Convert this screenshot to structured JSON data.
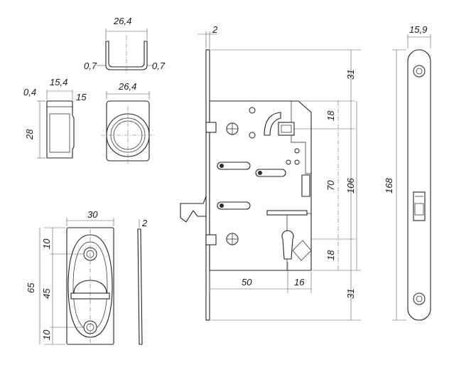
{
  "drawing": {
    "socket_top": {
      "width": "26,4",
      "wall_left": "0,7",
      "wall_right": "0,7"
    },
    "socket_side": {
      "thickness": "0,4",
      "depth": "15,4",
      "inner_depth": "15",
      "height": "28"
    },
    "socket_round": {
      "diameter": "26,4"
    },
    "escutcheon": {
      "width": "30",
      "thickness": "2",
      "height": "65",
      "top_offset": "10",
      "hole_spacing": "45",
      "bottom_offset": "10"
    },
    "lock_body": {
      "faceplate_thickness": "2",
      "top_margin": "31",
      "spindle_offset": "18",
      "center_distance": "70",
      "total_inner": "106",
      "key_offset": "18",
      "bottom_margin": "31",
      "backset": "50",
      "edge_offset": "16"
    },
    "faceplate": {
      "width": "15,9",
      "length": "168"
    }
  }
}
